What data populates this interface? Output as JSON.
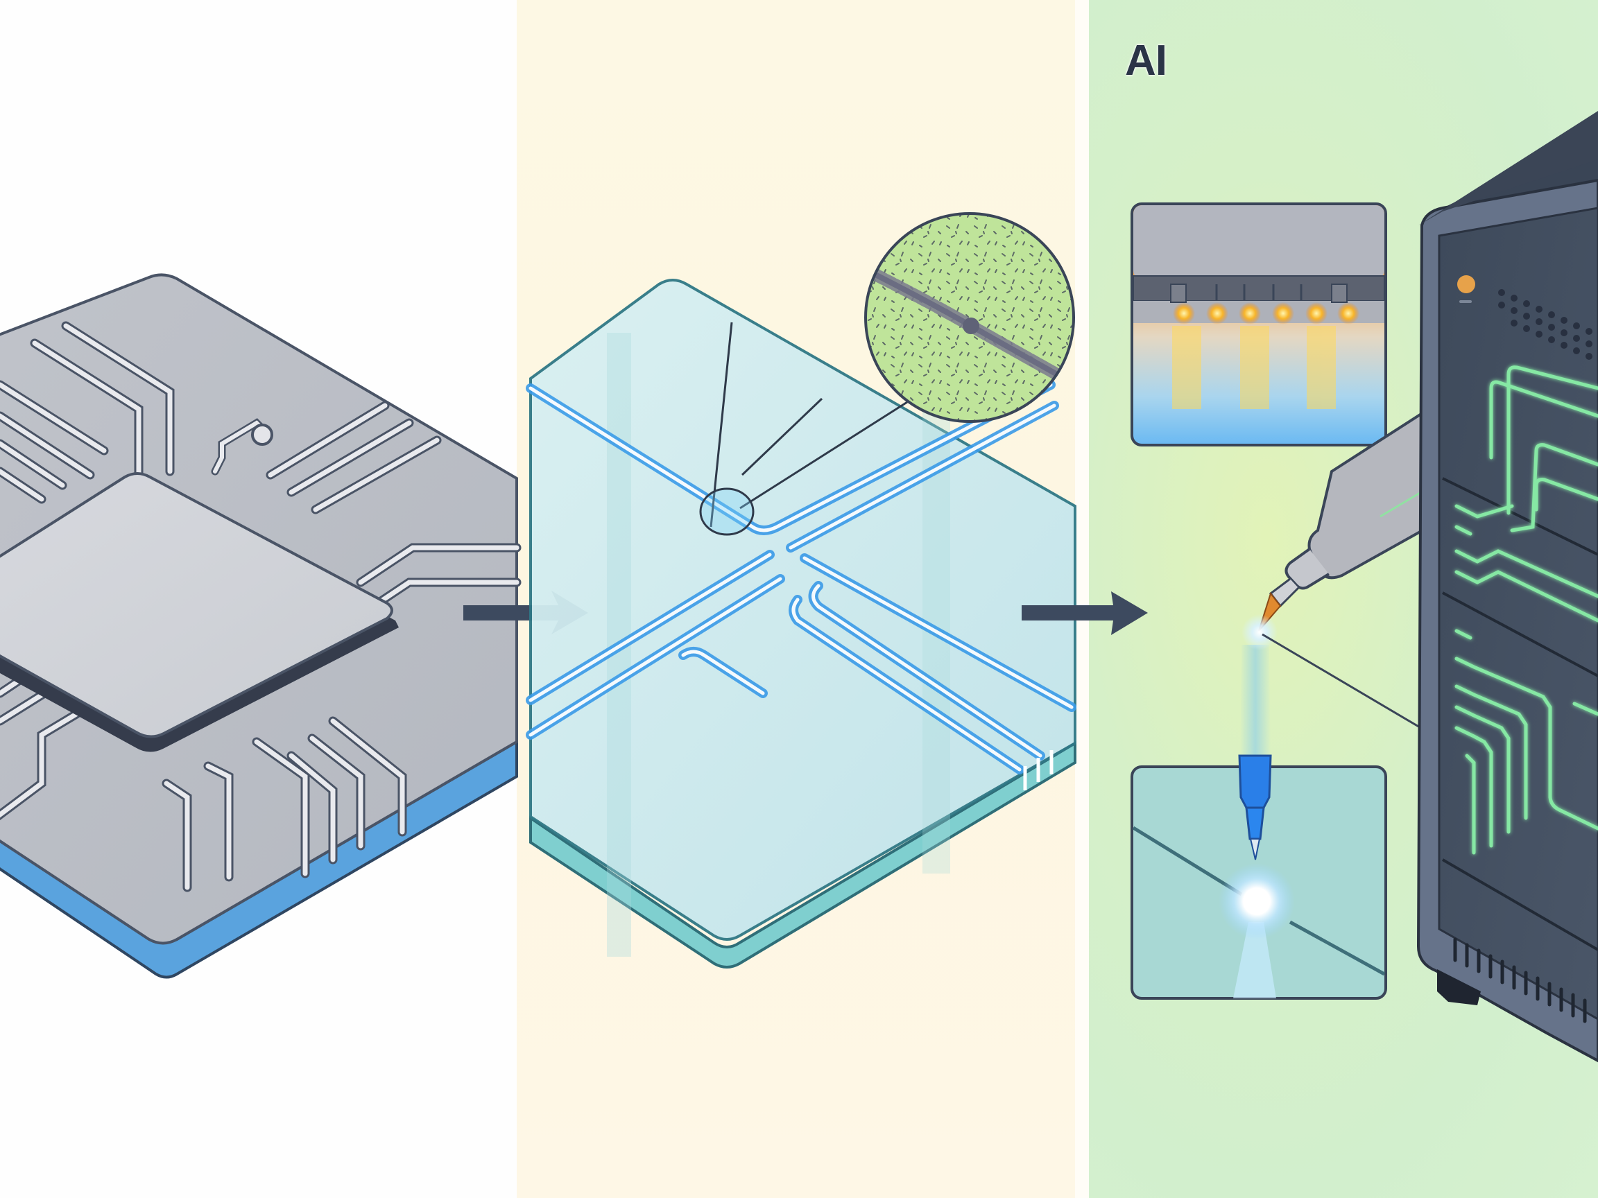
{
  "title": "AI",
  "stages": [
    {
      "id": "stage-1",
      "subject": "chip-on-substrate"
    },
    {
      "id": "stage-2",
      "subject": "glass-substrate-with-channels",
      "magnifier": "defect-crack-closeup"
    },
    {
      "id": "stage-3",
      "subject": "ai-inspection-and-repair",
      "insets": [
        "thermal-led-inset",
        "laser-spot-inset"
      ],
      "device": "server-rack"
    }
  ],
  "colors": {
    "panel1_bg": "#fefefe",
    "panel2_bg": "#fdf8e4",
    "panel3_bg": "#d6f0c8",
    "arrow": "#3d4a5f",
    "chip_gray": "#b9bcc4",
    "substrate_blue": "#5aa3de",
    "glass_teal": "#bfe6ea",
    "channel_blue": "#3b9be8",
    "magnifier_green": "#bfe49a",
    "server_dark": "#3a4556",
    "trace_green": "#7ee69a",
    "led_orange": "#f6a724",
    "laser_blue": "#1f6fe0"
  }
}
